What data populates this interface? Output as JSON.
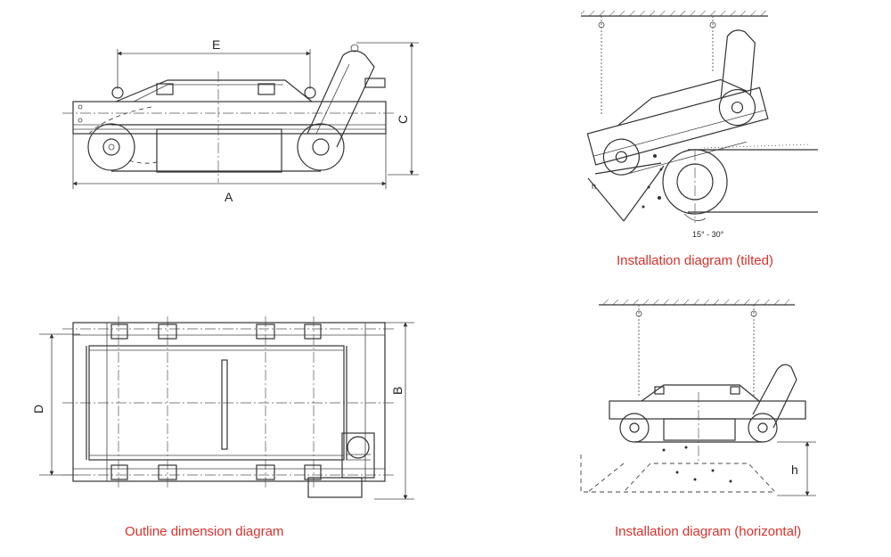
{
  "side_view": {
    "dim_e": "E",
    "dim_a": "A",
    "dim_c": "C"
  },
  "top_view": {
    "dim_d": "D",
    "dim_b": "B"
  },
  "tilted": {
    "angle": "15° - 30°",
    "dim_h": "h"
  },
  "horizontal": {
    "dim_h": "h"
  },
  "captions": {
    "outline": "Outline dimension diagram",
    "tilted": "Installation diagram (tilted)",
    "horizontal": "Installation diagram (horizontal)"
  },
  "colors": {
    "caption": "#d9312b",
    "line": "#333333"
  }
}
